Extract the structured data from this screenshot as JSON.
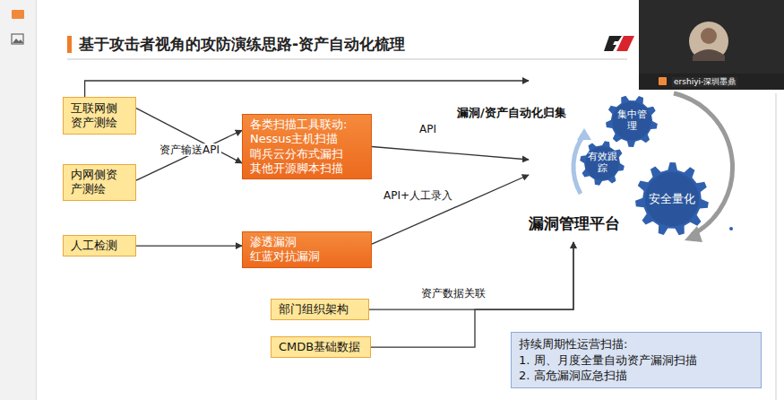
{
  "diagram": {
    "title": "基于攻击者视角的攻防演练思路-资产自动化梳理",
    "nodes": [
      {
        "text": [
          "互联网侧资产测绘"
        ]
      },
      {
        "text": [
          "内网侧资产测绘"
        ]
      },
      {
        "text": [
          "人工检测"
        ]
      },
      {
        "text": [
          "各类扫描工具联动:",
          "Nessus主机扫描",
          "哨兵云分布式漏扫",
          "其他开源脚本扫描"
        ]
      },
      {
        "text": [
          "渗透漏洞",
          "红蓝对抗漏洞"
        ]
      },
      {
        "text": [
          "部门组织架构"
        ]
      },
      {
        "text": [
          "CMDB基础数据"
        ]
      },
      {
        "text": [
          "持续周期性运营扫描:",
          "1. 周、月度全量自动资产漏洞扫描",
          "2. 高危漏洞应急扫描"
        ]
      },
      {
        "text": [
          "漏洞管理平台"
        ]
      },
      {
        "text": [
          "集中管理"
        ],
        "in": 8
      },
      {
        "text": [
          "有效跟踪"
        ],
        "in": 8
      },
      {
        "text": [
          "安全量化"
        ],
        "in": 8
      }
    ],
    "edges": [
      {
        "from": 0,
        "to": 3,
        "label": "资产输送API",
        "arrow": "to"
      },
      {
        "from": 1,
        "to": 3,
        "arrow": "to"
      },
      {
        "from": 0,
        "to": 8,
        "arrow": "to"
      },
      {
        "from": 2,
        "to": 4,
        "arrow": "to"
      },
      {
        "from": 3,
        "to": 8,
        "label": "API",
        "arrow": "to"
      },
      {
        "from": 4,
        "to": 8,
        "label": "API+人工录入",
        "arrow": "to"
      },
      {
        "from": 5,
        "to": 8,
        "label": "资产数据关联",
        "arrow": "to"
      },
      {
        "from": 6,
        "to": 8,
        "arrow": "to"
      }
    ],
    "labels": [
      "漏洞/资产自动化归集",
      "ershiyi-深圳墨鼎"
    ]
  }
}
